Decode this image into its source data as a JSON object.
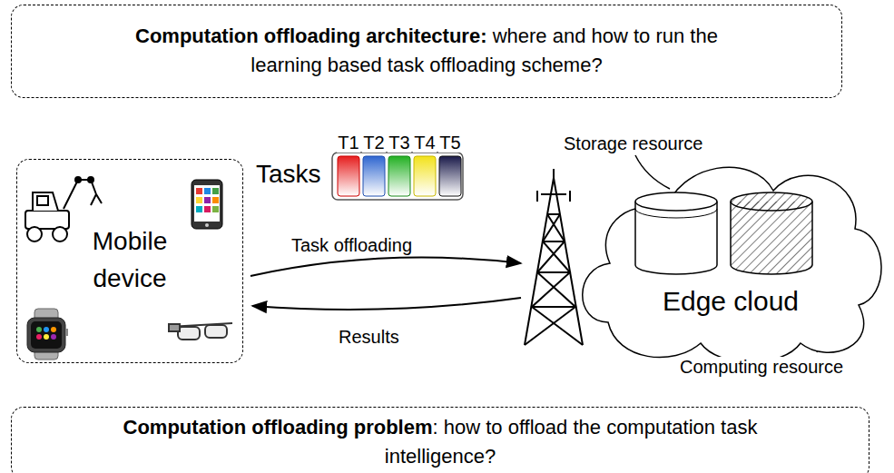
{
  "diagram": {
    "nodes": [
      {
        "text": [
          "Computation offloading architecture:",
          "where and how to run the learning based task offloading scheme?"
        ]
      },
      {
        "text": [
          "Mobile device"
        ]
      },
      {
        "text": [
          "Edge cloud"
        ]
      },
      {
        "text": [
          "Computation offloading problem",
          ": how to offload the computation task intelligence?"
        ]
      }
    ],
    "labels": [
      "Tasks",
      "T1",
      "T2",
      "T3",
      "T4",
      "T5",
      "Task offloading",
      "Results",
      "Storage resource",
      "Computing resource"
    ]
  }
}
